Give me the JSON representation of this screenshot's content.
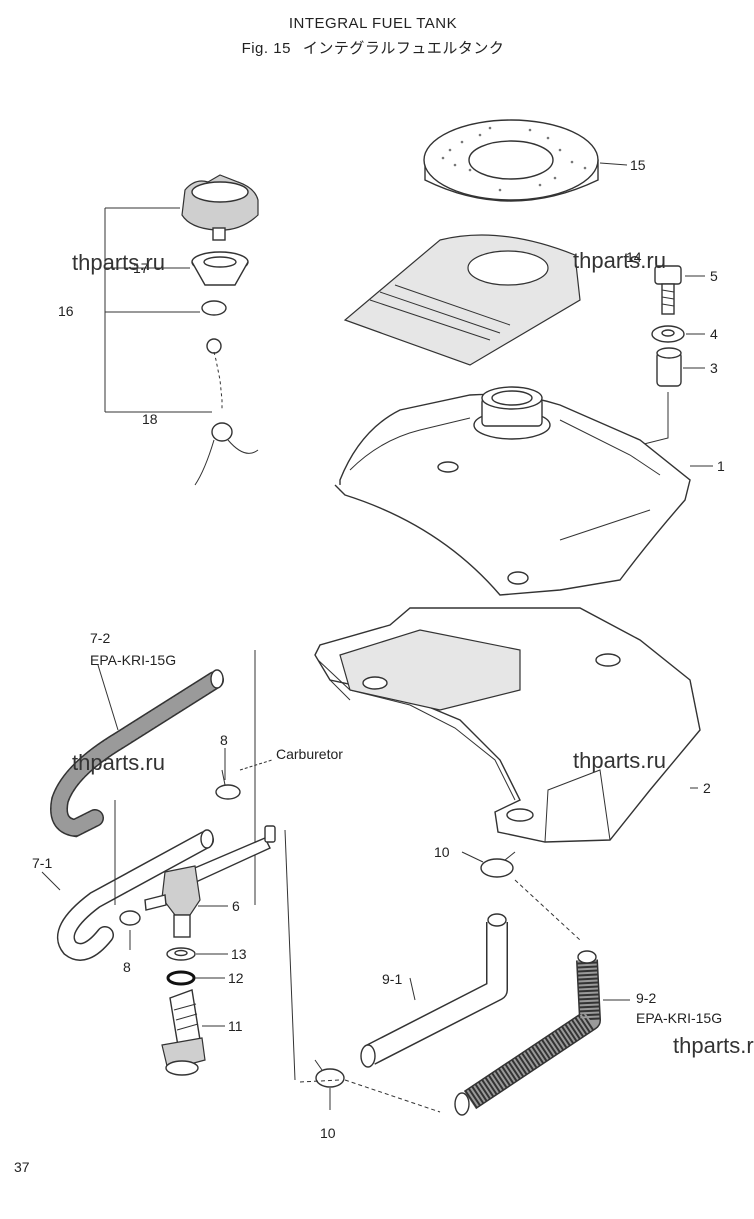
{
  "header": {
    "title": "INTEGRAL FUEL TANK",
    "fig_label": "Fig. 15",
    "title_jp": "インテグラルフュエルタンク"
  },
  "page_number": "37",
  "watermark": "thparts.ru",
  "annotation": "Carburetor",
  "callouts": {
    "c1": "1",
    "c2": "2",
    "c3": "3",
    "c4": "4",
    "c5": "5",
    "c6": "6",
    "c7_1": "7-1",
    "c7_2": "7-2",
    "c7_2_spec": "EPA-KRI-15G",
    "c8a": "8",
    "c8b": "8",
    "c9_1": "9-1",
    "c9_2": "9-2",
    "c9_2_spec": "EPA-KRI-15G",
    "c10a": "10",
    "c10b": "10",
    "c11": "11",
    "c12": "12",
    "c13": "13",
    "c14": "14",
    "c15": "15",
    "c16": "16",
    "c17": "17",
    "c18": "18"
  }
}
